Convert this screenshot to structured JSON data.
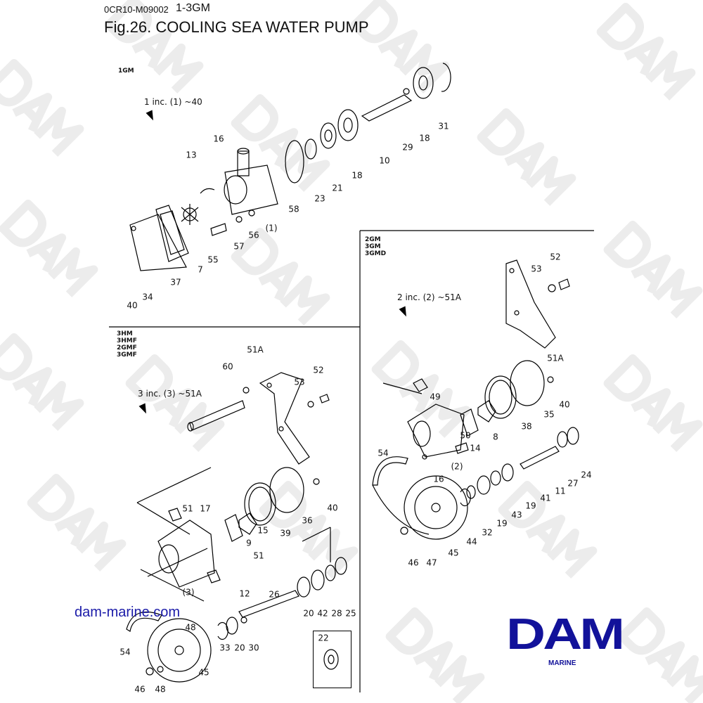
{
  "header": {
    "code": "0CR10-M09002",
    "model": "1-3GM",
    "title": "Fig.26.  COOLING SEA WATER PUMP"
  },
  "watermark": "DAM",
  "sections": {
    "s1": {
      "models": "1GM",
      "include": "1 inc. (1) ~40"
    },
    "s2": {
      "models": "2GM\n3GM\n3GMD",
      "include": "2 inc. (2) ~51A"
    },
    "s3": {
      "models": "3HM\n3HMF\n2GMF\n3GMF",
      "include": "3 inc. (3) ~51A"
    }
  },
  "callouts": {
    "s1": [
      "16",
      "13",
      "58",
      "23",
      "21",
      "18",
      "10",
      "29",
      "18",
      "31",
      "(1)",
      "56",
      "57",
      "55",
      "7",
      "37",
      "34",
      "40"
    ],
    "s3": [
      "51A",
      "60",
      "52",
      "53",
      "51",
      "17",
      "40",
      "39",
      "36",
      "15",
      "9",
      "51",
      "(3)",
      "26",
      "12",
      "20",
      "42",
      "28",
      "25",
      "48",
      "54",
      "33",
      "20",
      "30",
      "45",
      "46",
      "48",
      "22"
    ],
    "s2": [
      "52",
      "53",
      "51A",
      "49",
      "40",
      "35",
      "38",
      "8",
      "14",
      "50",
      "54",
      "16",
      "(2)",
      "24",
      "27",
      "11",
      "41",
      "19",
      "43",
      "19",
      "32",
      "44",
      "45",
      "46",
      "47"
    ]
  },
  "footer": {
    "url": "dam-marine.com",
    "logo": "DAM",
    "logo_sub": "MARINE"
  },
  "colors": {
    "brand": "#12129a"
  }
}
